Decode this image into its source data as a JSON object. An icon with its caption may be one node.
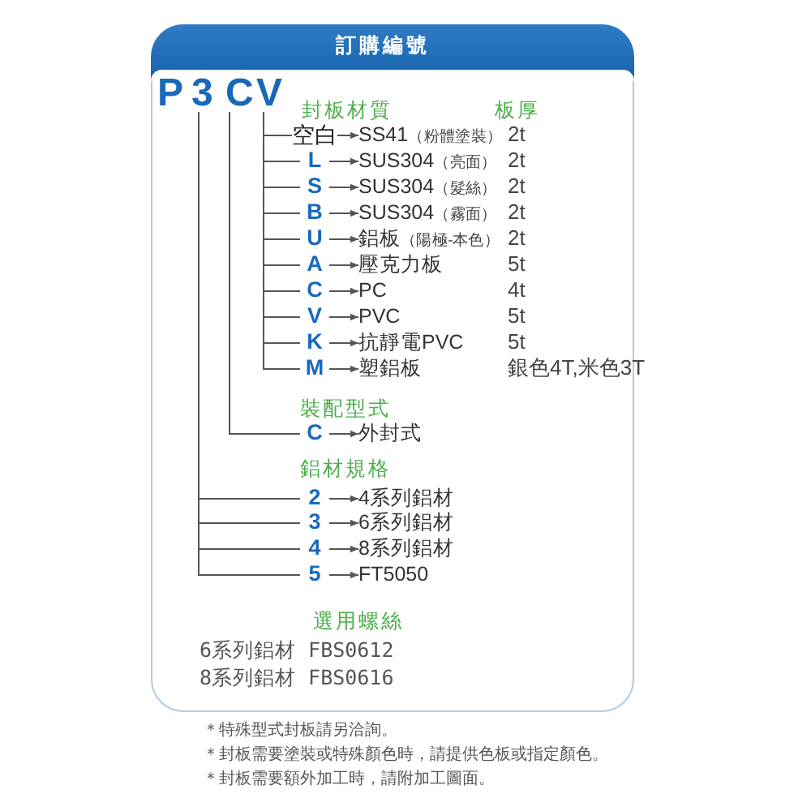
{
  "diagram": {
    "nodes": [
      {
        "text": [
          "訂購編號"
        ]
      },
      {
        "text": [
          "3"
        ],
        "in": 0
      },
      {
        "text": [
          "C"
        ],
        "in": 0
      },
      {
        "text": [
          "V"
        ],
        "in": 0
      },
      {
        "text": [
          "空白"
        ],
        "in": 0
      },
      {
        "text": [
          "SS41",
          "（粉體塗裝）"
        ],
        "in": 0
      },
      {
        "text": [
          "L"
        ],
        "in": 0
      },
      {
        "text": [
          "SUS304",
          "（亮面）"
        ],
        "in": 0
      },
      {
        "text": [
          "S"
        ],
        "in": 0
      },
      {
        "text": [
          "SUS304",
          "（髮絲）"
        ],
        "in": 0
      },
      {
        "text": [
          "B"
        ],
        "in": 0
      },
      {
        "text": [
          "SUS304",
          "（霧面）"
        ],
        "in": 0
      },
      {
        "text": [
          "U"
        ],
        "in": 0
      },
      {
        "text": [
          "鋁板",
          "（陽極-本色）"
        ],
        "in": 0
      },
      {
        "text": [
          "A"
        ],
        "in": 0
      },
      {
        "text": [
          "壓克力板"
        ],
        "in": 0
      },
      {
        "text": [
          "C"
        ],
        "in": 0
      },
      {
        "text": [
          "PC"
        ],
        "in": 0
      },
      {
        "text": [
          "V"
        ],
        "in": 0
      },
      {
        "text": [
          "PVC"
        ],
        "in": 0
      },
      {
        "text": [
          "K"
        ],
        "in": 0
      },
      {
        "text": [
          "抗靜電PVC"
        ],
        "in": 0
      },
      {
        "text": [
          "M"
        ],
        "in": 0
      },
      {
        "text": [
          "塑鋁板"
        ],
        "in": 0
      },
      {
        "text": [
          "C"
        ],
        "in": 0
      },
      {
        "text": [
          "外封式"
        ],
        "in": 0
      },
      {
        "text": [
          "2"
        ],
        "in": 0
      },
      {
        "text": [
          "4系列鋁材"
        ],
        "in": 0
      },
      {
        "text": [
          "3"
        ],
        "in": 0
      },
      {
        "text": [
          "6系列鋁材"
        ],
        "in": 0
      },
      {
        "text": [
          "4"
        ],
        "in": 0
      },
      {
        "text": [
          "8系列鋁材"
        ],
        "in": 0
      },
      {
        "text": [
          "5"
        ],
        "in": 0
      },
      {
        "text": [
          "FT5050"
        ],
        "in": 0
      }
    ],
    "edges": [
      {
        "from": 3,
        "to": 4,
        "arrow": "none"
      },
      {
        "from": 4,
        "to": 5,
        "arrow": "to"
      },
      {
        "from": 3,
        "to": 6,
        "arrow": "none"
      },
      {
        "from": 6,
        "to": 7,
        "arrow": "to"
      },
      {
        "from": 3,
        "to": 8,
        "arrow": "none"
      },
      {
        "from": 8,
        "to": 9,
        "arrow": "to"
      },
      {
        "from": 3,
        "to": 10,
        "arrow": "none"
      },
      {
        "from": 10,
        "to": 11,
        "arrow": "to"
      },
      {
        "from": 3,
        "to": 12,
        "arrow": "none"
      },
      {
        "from": 12,
        "to": 13,
        "arrow": "to"
      },
      {
        "from": 3,
        "to": 14,
        "arrow": "none"
      },
      {
        "from": 14,
        "to": 15,
        "arrow": "to"
      },
      {
        "from": 3,
        "to": 16,
        "arrow": "none"
      },
      {
        "from": 16,
        "to": 17,
        "arrow": "to"
      },
      {
        "from": 3,
        "to": 18,
        "arrow": "none"
      },
      {
        "from": 18,
        "to": 19,
        "arrow": "to"
      },
      {
        "from": 3,
        "to": 20,
        "arrow": "none"
      },
      {
        "from": 20,
        "to": 21,
        "arrow": "to"
      },
      {
        "from": 3,
        "to": 22,
        "arrow": "none"
      },
      {
        "from": 22,
        "to": 23,
        "arrow": "to"
      },
      {
        "from": 2,
        "to": 24,
        "arrow": "none"
      },
      {
        "from": 24,
        "to": 25,
        "arrow": "to"
      },
      {
        "from": 1,
        "to": 26,
        "arrow": "none"
      },
      {
        "from": 26,
        "to": 27,
        "arrow": "to"
      },
      {
        "from": 1,
        "to": 28,
        "arrow": "none"
      },
      {
        "from": 28,
        "to": 29,
        "arrow": "to"
      },
      {
        "from": 1,
        "to": 30,
        "arrow": "none"
      },
      {
        "from": 30,
        "to": 31,
        "arrow": "to"
      },
      {
        "from": 1,
        "to": 32,
        "arrow": "none"
      },
      {
        "from": 32,
        "to": 33,
        "arrow": "to"
      }
    ],
    "labels": [
      "P",
      "封板材質",
      "板厚",
      "2t",
      "2t",
      "2t",
      "2t",
      "2t",
      "5t",
      "4t",
      "5t",
      "5t",
      "銀色4T,米色3T",
      "裝配型式",
      "鋁材規格",
      "選用螺絲",
      "6系列鋁材 FBS0612",
      "8系列鋁材 FBS0616",
      "＊特殊型式封板請另洽詢。",
      "＊封板需要塗裝或特殊顏色時，請提供色板或指定顏色。",
      "＊封板需要額外加工時，請附加工圖面。"
    ]
  }
}
